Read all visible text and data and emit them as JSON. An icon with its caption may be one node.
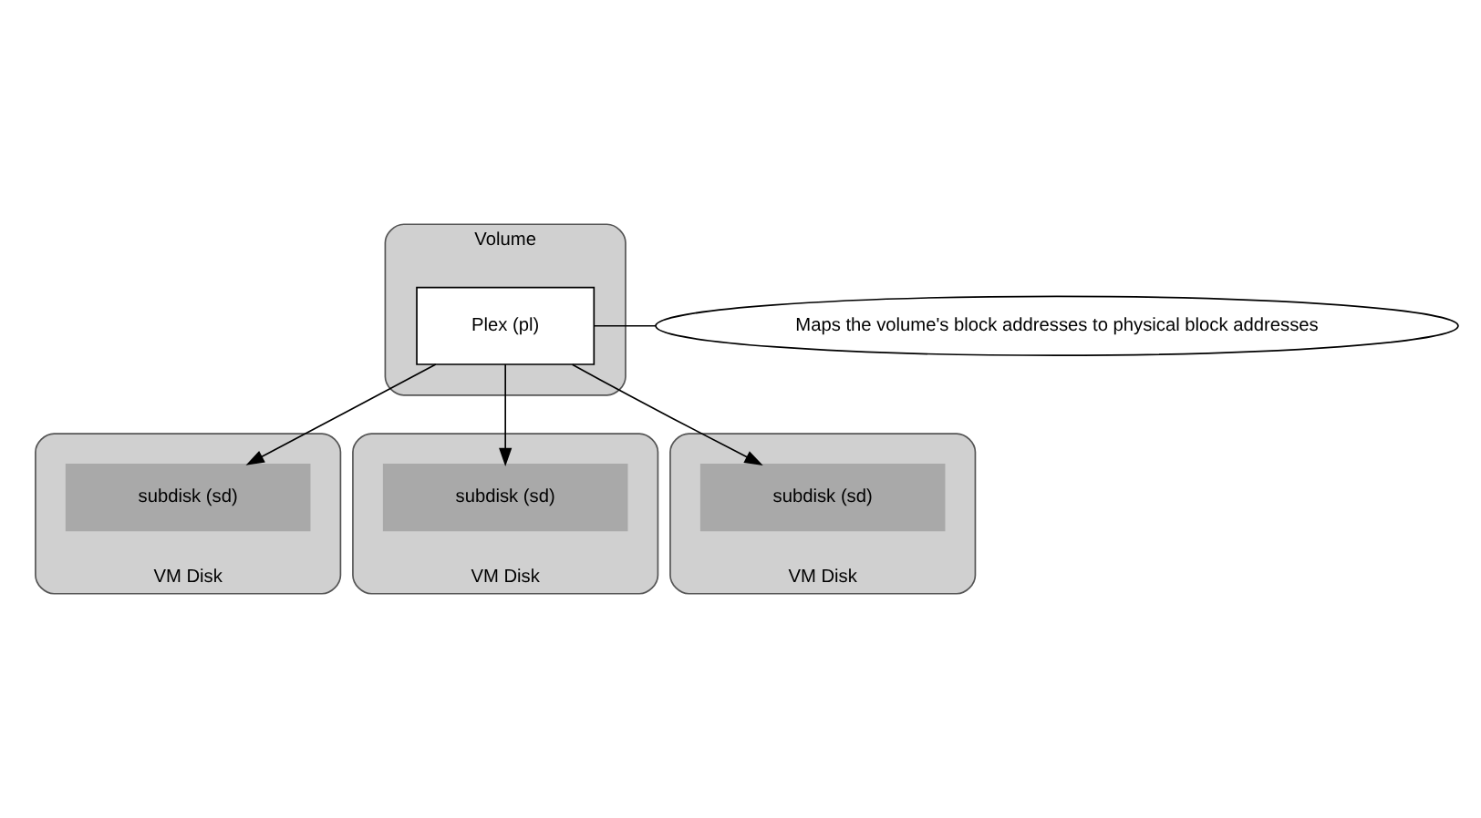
{
  "diagram": {
    "nodes": [
      {
        "text": [
          "Volume"
        ]
      },
      {
        "text": [
          "Plex (pl)"
        ],
        "in": 0
      },
      {
        "text": [
          "Maps the volume's block addresses to physical block addresses"
        ]
      },
      {
        "text": [
          "VM Disk"
        ]
      },
      {
        "text": [
          "subdisk (sd)"
        ],
        "in": 3
      },
      {
        "text": [
          "VM Disk"
        ]
      },
      {
        "text": [
          "subdisk (sd)"
        ],
        "in": 5
      },
      {
        "text": [
          "VM Disk"
        ]
      },
      {
        "text": [
          "subdisk (sd)"
        ],
        "in": 7
      }
    ],
    "edges": [
      {
        "from": 2,
        "to": 1,
        "arrow": "none"
      },
      {
        "from": 1,
        "to": 4,
        "arrow": "to"
      },
      {
        "from": 1,
        "to": 6,
        "arrow": "to"
      },
      {
        "from": 1,
        "to": 8,
        "arrow": "to"
      }
    ]
  }
}
